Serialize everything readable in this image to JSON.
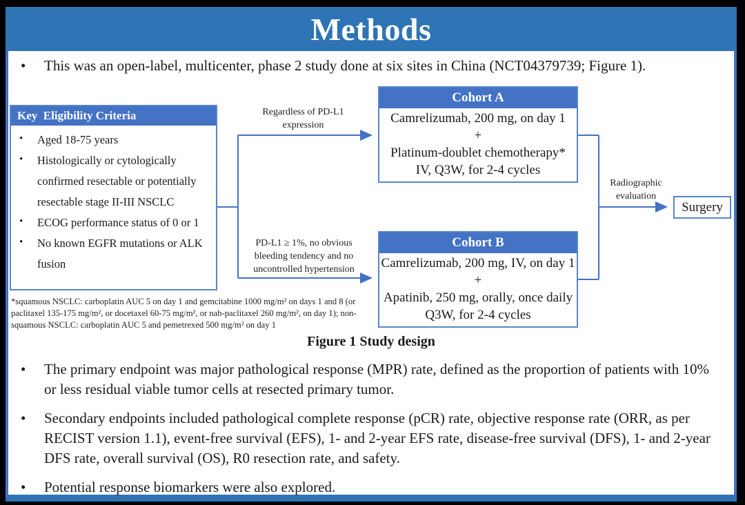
{
  "colors": {
    "banner": "#2E74B5",
    "header": "#4472C4",
    "line": "#4472C4",
    "boxborder": "#5585CB"
  },
  "title": "Methods",
  "intro_bullet": "This was an open-label, multicenter, phase 2 study done at six sites in China (NCT04379739; Figure 1).",
  "figure": {
    "eligibility": {
      "header": "Key  Eligibility Criteria",
      "items": [
        "Aged 18-75 years",
        "Histologically or cytologically confirmed resectable or potentially resectable stage II-III NSCLC",
        "ECOG performance status of 0 or 1",
        "No known EGFR mutations or ALK fusion"
      ]
    },
    "branch_labels": {
      "top": "Regardless of PD-L1 expression",
      "bottom": "PD-L1 ≥ 1%, no obvious bleeding tendency and no uncontrolled hypertension"
    },
    "cohort_a": {
      "header": "Cohort A",
      "lines": [
        "Camrelizumab, 200 mg, on day 1",
        "+",
        "Platinum-doublet chemotherapy*",
        "IV, Q3W, for 2-4 cycles"
      ]
    },
    "cohort_b": {
      "header": "Cohort B",
      "lines": [
        "Camrelizumab, 200 mg, IV, on day 1",
        "+",
        "Apatinib, 250 mg, orally, once daily",
        "Q3W, for 2-4 cycles"
      ]
    },
    "evaluation_label": "Radiographic evaluation",
    "surgery_label": "Surgery",
    "footnote": "*squamous NSCLC: carboplatin AUC 5 on day 1 and gemcitabine 1000 mg/m² on days 1 and 8 (or paclitaxel 135-175 mg/m², or docetaxel 60-75 mg/m², or nab-paclitaxel 260 mg/m², on day 1); non-squamous NSCLC: carboplatin AUC 5 and pemetrexed 500 mg/m² on day 1",
    "caption": "Figure 1 Study design"
  },
  "bullets": [
    "The primary endpoint was major pathological response (MPR) rate, defined as the proportion of patients with 10% or less residual viable tumor cells at resected primary tumor.",
    "Secondary endpoints included pathological complete response (pCR) rate, objective response rate (ORR, as per RECIST version 1.1), event-free survival (EFS), 1- and 2-year EFS rate, disease-free survival (DFS), 1- and 2-year DFS rate, overall survival (OS), R0 resection rate, and safety.",
    "Potential response biomarkers were also explored."
  ],
  "bullet_glyph": "•"
}
